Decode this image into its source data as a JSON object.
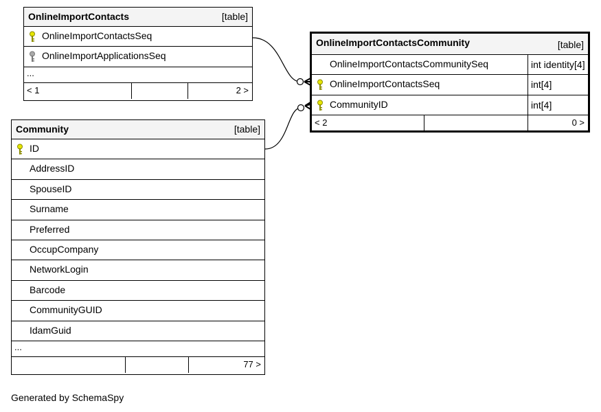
{
  "tables": {
    "online_import_contacts": {
      "name": "OnlineImportContacts",
      "kind": "[table]",
      "columns": [
        {
          "name": "OnlineImportContactsSeq",
          "key": "primary"
        },
        {
          "name": "OnlineImportApplicationsSeq",
          "key": "foreign"
        }
      ],
      "ellipsis": "...",
      "footer": {
        "left": "< 1",
        "right": "2 >"
      }
    },
    "community": {
      "name": "Community",
      "kind": "[table]",
      "columns": [
        {
          "name": "ID",
          "key": "primary"
        },
        {
          "name": "AddressID"
        },
        {
          "name": "SpouseID"
        },
        {
          "name": "Surname"
        },
        {
          "name": "Preferred"
        },
        {
          "name": "OccupCompany"
        },
        {
          "name": "NetworkLogin"
        },
        {
          "name": "Barcode"
        },
        {
          "name": "CommunityGUID"
        },
        {
          "name": "IdamGuid"
        }
      ],
      "ellipsis": "...",
      "footer": {
        "left": "",
        "right": "77 >"
      }
    },
    "online_import_contacts_community": {
      "name": "OnlineImportContactsCommunity",
      "kind": "[table]",
      "columns": [
        {
          "name": "OnlineImportContactsCommunitySeq",
          "type": "int identity[4]"
        },
        {
          "name": "OnlineImportContactsSeq",
          "type": "int[4]",
          "key": "primary"
        },
        {
          "name": "CommunityID",
          "type": "int[4]",
          "key": "primary"
        }
      ],
      "footer": {
        "left": "< 2",
        "right": "0 >"
      }
    }
  },
  "key_colors": {
    "primary": "#e6e600",
    "foreign": "#aaaaaa"
  },
  "generated_by": "Generated by SchemaSpy"
}
